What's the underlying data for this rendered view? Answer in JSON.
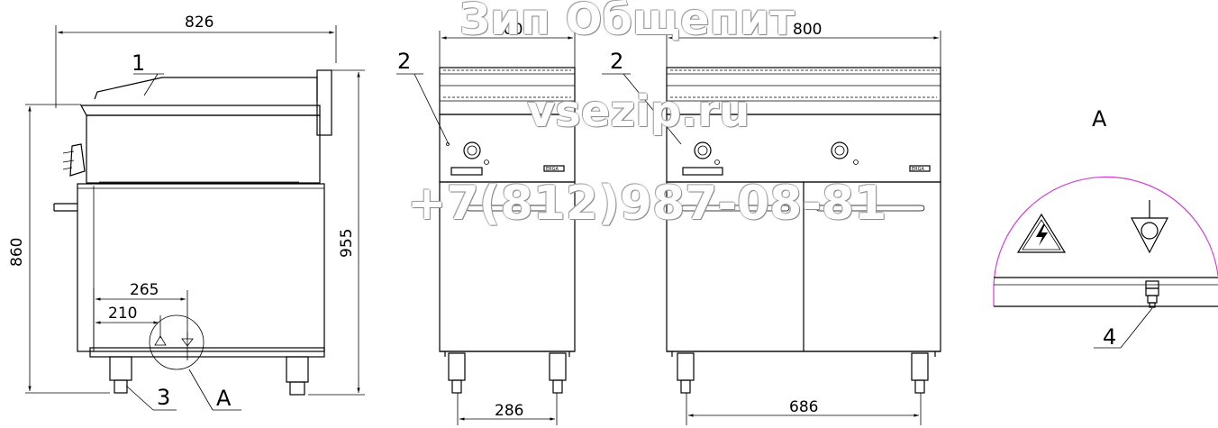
{
  "dimensions": {
    "side_width": "826",
    "side_height_860": "860",
    "side_height_955": "955",
    "side_265": "265",
    "side_210": "210",
    "front_narrow_width": "400",
    "front_narrow_feet": "286",
    "front_wide_width": "800",
    "front_wide_feet": "686"
  },
  "callouts": {
    "c1": "1",
    "c2a": "2",
    "c2b": "2",
    "c3": "3",
    "cA": "A",
    "c4": "4"
  },
  "detail": {
    "title": "A"
  },
  "brand_badge": "ERGA",
  "watermark": {
    "line1": "Зип Общепит",
    "line2": "vsezip.ru",
    "line3": "+7(812)987-08-81"
  },
  "colors": {
    "line": "#000000",
    "detail_arc": "#d040d0",
    "watermark_outline": "#8a8a8a"
  },
  "icons": [
    "electric-hazard-icon",
    "equipotential-ground-icon"
  ]
}
